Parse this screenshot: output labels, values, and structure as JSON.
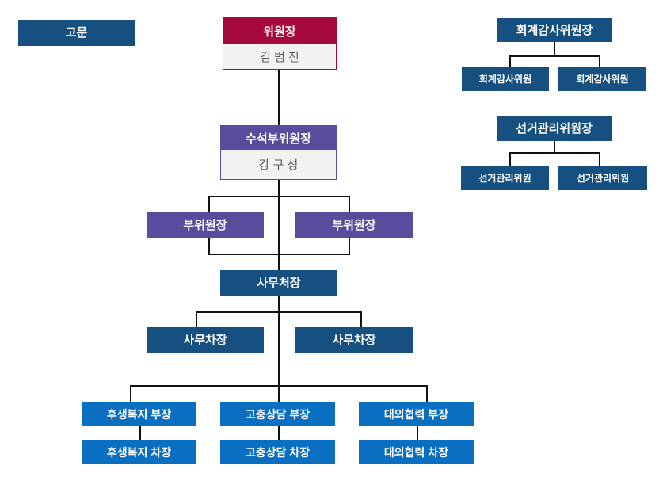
{
  "colors": {
    "navy": "#165081",
    "bright": "#0B6FC1",
    "crimson": "#A60A3C",
    "purple": "#584C9D"
  },
  "org": {
    "advisor": "고문",
    "chairman": {
      "title": "위원장",
      "name": "김 범 진"
    },
    "senior_vice_chairman": {
      "title": "수석부위원장",
      "name": "강 구 성"
    },
    "audit_committee": {
      "head": "회계감사위원장",
      "members": [
        "회계감사위원",
        "회계감사위원"
      ]
    },
    "election_committee": {
      "head": "선거관리위원장",
      "members": [
        "선거관리위원",
        "선거관리위원"
      ]
    },
    "vice_chairmen": [
      "부위원장",
      "부위원장"
    ],
    "secretary_general": "사무처장",
    "deputy_secretaries": [
      "사무차장",
      "사무차장"
    ],
    "departments": [
      {
        "manager": "후생복지 부장",
        "deputy": "후생복지 차장"
      },
      {
        "manager": "고충상담 부장",
        "deputy": "고충상담 차장"
      },
      {
        "manager": "대외협력 부장",
        "deputy": "대외협력 차장"
      }
    ]
  }
}
